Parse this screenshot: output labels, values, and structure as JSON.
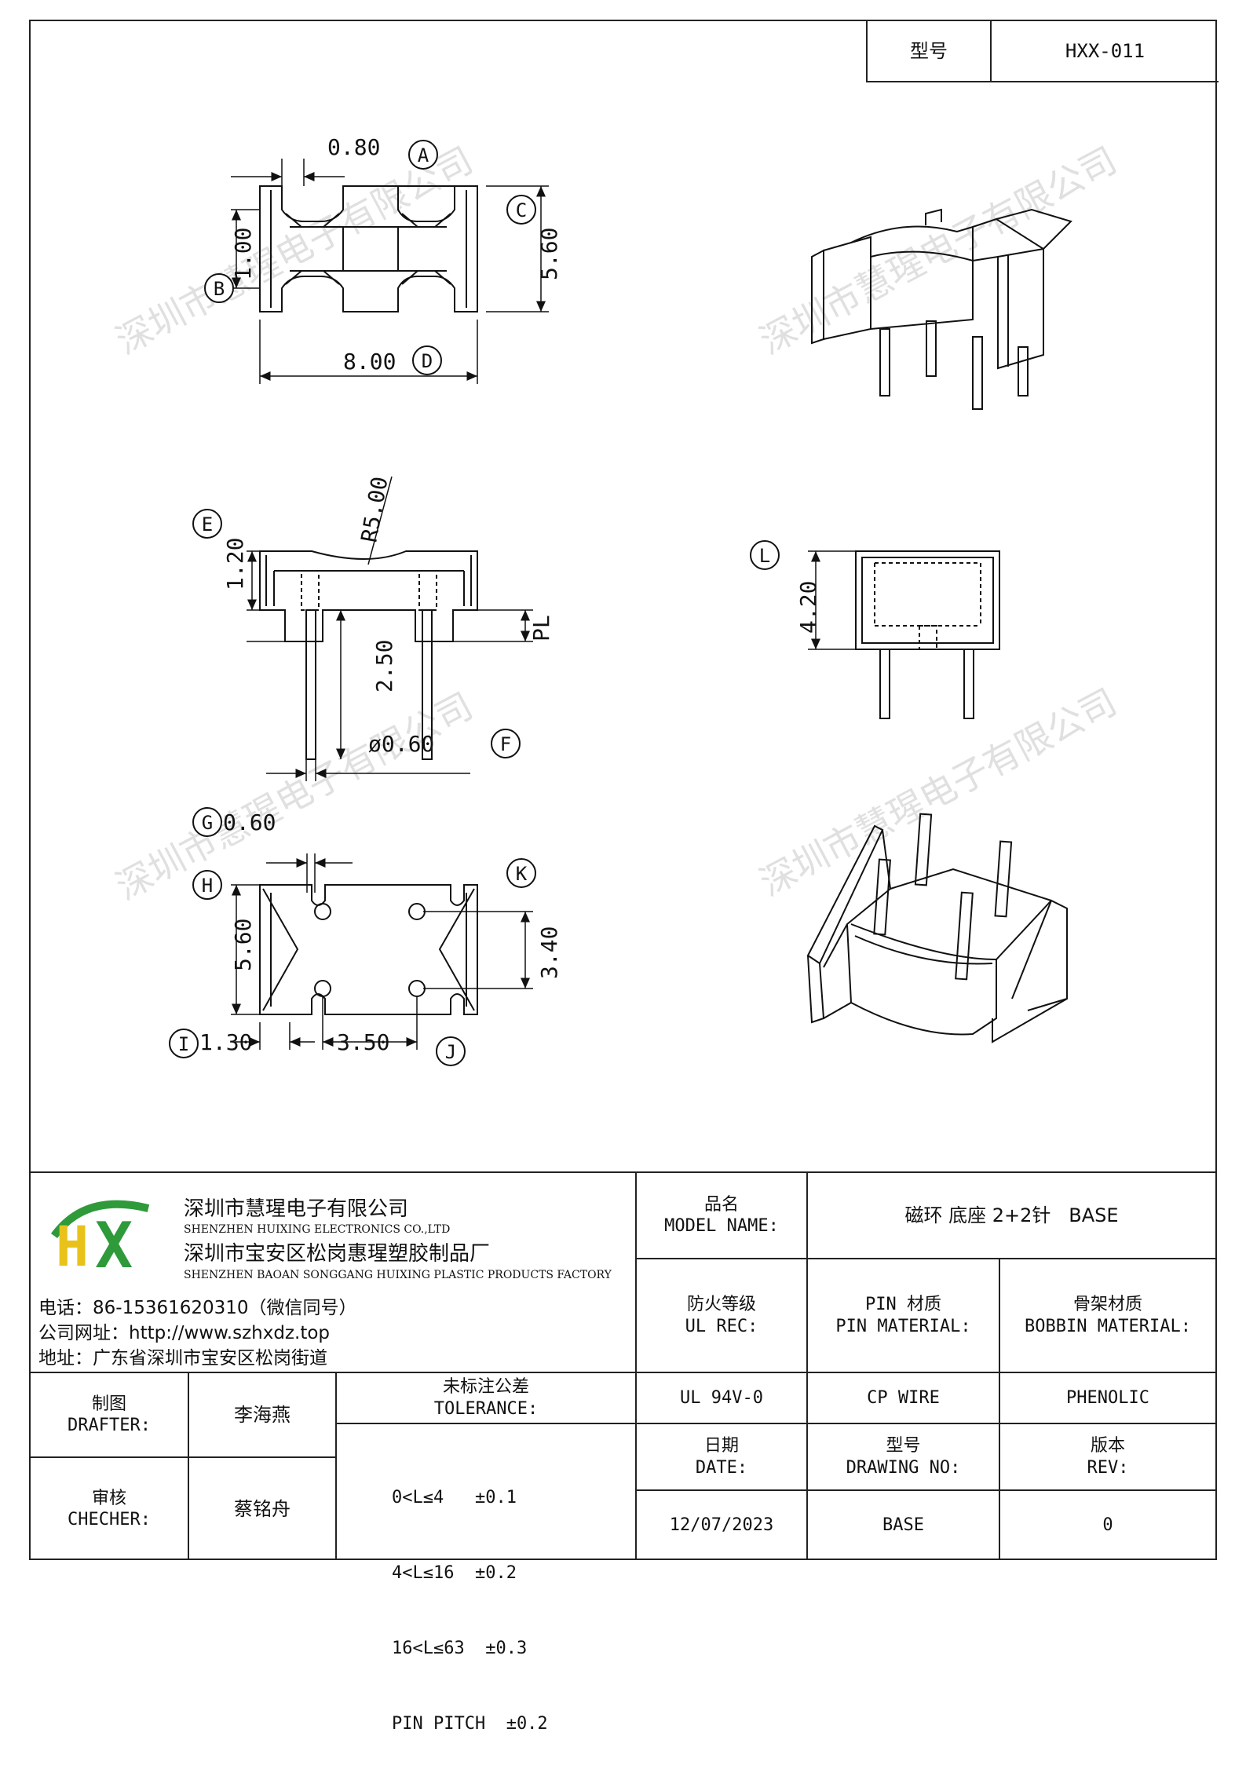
{
  "header": {
    "model_label": "型号",
    "model_value": "HXX-011"
  },
  "dims": {
    "a": "A",
    "b": "B",
    "c": "C",
    "d": "D",
    "e": "E",
    "f": "F",
    "g": "G",
    "h": "H",
    "i": "I",
    "j": "J",
    "k": "K",
    "l": "L",
    "d_080": "0.80",
    "d_100": "1.00",
    "d_560_top": "5.60",
    "d_800": "8.00",
    "d_120": "1.20",
    "d_r500": "R5.00",
    "d_250": "2.50",
    "d_pl": "PL",
    "d_phi060": "ø0.60",
    "d_420": "4.20",
    "d_060": "0.60",
    "d_560_bot": "5.60",
    "d_340": "3.40",
    "d_130": "1.30",
    "d_350": "3.50"
  },
  "watermark": "深圳市慧瑆电子有限公司",
  "company": {
    "name_cn": "深圳市慧瑆电子有限公司",
    "name_en": "SHENZHEN HUIXING ELECTRONICS CO.,LTD",
    "factory_cn": "深圳市宝安区松岗惠瑆塑胶制品厂",
    "factory_en": "SHENZHEN BAOAN SONGGANG HUIXING PLASTIC PRODUCTS FACTORY",
    "phone": "电话：86-15361620310（微信同号）",
    "website": "公司网址：http://www.szhxdz.top",
    "address": "地址：广东省深圳市宝安区松岗街道",
    "logo_h": "H",
    "logo_x": "X",
    "logo_colors": {
      "green": "#2e9a3a",
      "yellow": "#e8c21a"
    }
  },
  "title_block": {
    "model_name_cn": "品名",
    "model_name_en": "MODEL NAME:",
    "model_name_value": "磁环 底座 2+2针   BASE",
    "ul_cn": "防火等级",
    "ul_en": "UL REC:",
    "pin_cn": "PIN 材质",
    "pin_en": "PIN MATERIAL:",
    "bobbin_cn": "骨架材质",
    "bobbin_en": "BOBBIN MATERIAL:",
    "ul_value": "UL 94V-0",
    "pin_value": "CP WIRE",
    "bobbin_value": "PHENOLIC",
    "date_cn": "日期",
    "date_en": "DATE:",
    "dwg_cn": "型号",
    "dwg_en": "DRAWING NO:",
    "rev_cn": "版本",
    "rev_en": "REV:",
    "date_value": "12/07/2023",
    "dwg_value": "BASE",
    "rev_value": "0",
    "drafter_cn": "制图",
    "drafter_en": "DRAFTER:",
    "drafter_name": "李海燕",
    "checker_cn": "审核",
    "checker_en": "CHECHER:",
    "checker_name": "蔡铭舟",
    "tol_cn": "未标注公差",
    "tol_en": "TOLERANCE:",
    "tol_1": "0<L≤4   ±0.1",
    "tol_2": "4<L≤16  ±0.2",
    "tol_3": "16<L≤63  ±0.3",
    "tol_4": "PIN PITCH  ±0.2"
  }
}
